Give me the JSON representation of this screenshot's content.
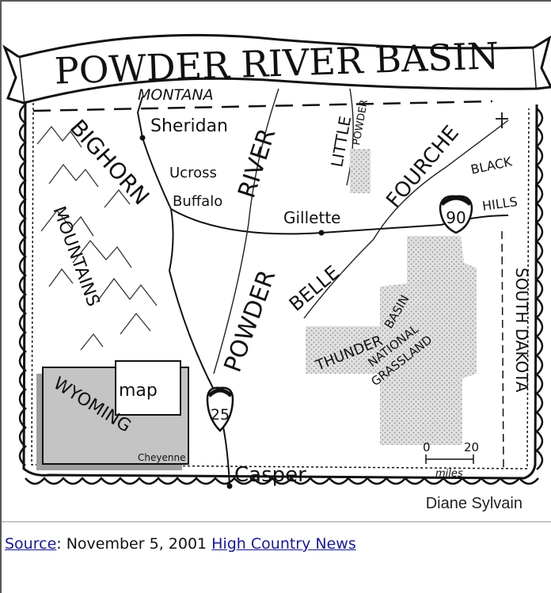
{
  "map": {
    "title": "POWDER RIVER BASIN",
    "labels": {
      "montana": "MONTANA",
      "sheridan": "Sheridan",
      "ucross": "Ucross",
      "buffalo": "Buffalo",
      "gillette": "Gillette",
      "casper": "Casper",
      "bighorn": "BIGHORN",
      "mountains": "MOUNTAINS",
      "powder_top": "RIVER",
      "powder_bottom": "POWDER",
      "little": "LITTLE",
      "little_powder": "POWDER",
      "fourche": "FOURCHE",
      "belle": "BELLE",
      "black": "BLACK",
      "hills": "HILLS",
      "south_dakota": "SOUTH DAKOTA",
      "thunder": "THUNDER",
      "basin": "BASIN",
      "national": "NATIONAL",
      "grassland": "GRASSLAND",
      "i90": "90",
      "i25": "25",
      "inset_map": "map",
      "inset_state": "WYOMING",
      "inset_capital": "Cheyenne",
      "scale_zero": "0",
      "scale_twenty": "20",
      "scale_unit": "miles"
    },
    "colors": {
      "ink": "#111111",
      "grassland": "#c9c9c9",
      "inset_state": "#c4c4c4",
      "banner": "#ffffff"
    }
  },
  "credit": "Diane Sylvain",
  "source": {
    "label": "Source",
    "separator": ":",
    "date": "November 5, 2001",
    "link_text": "High Country News"
  }
}
